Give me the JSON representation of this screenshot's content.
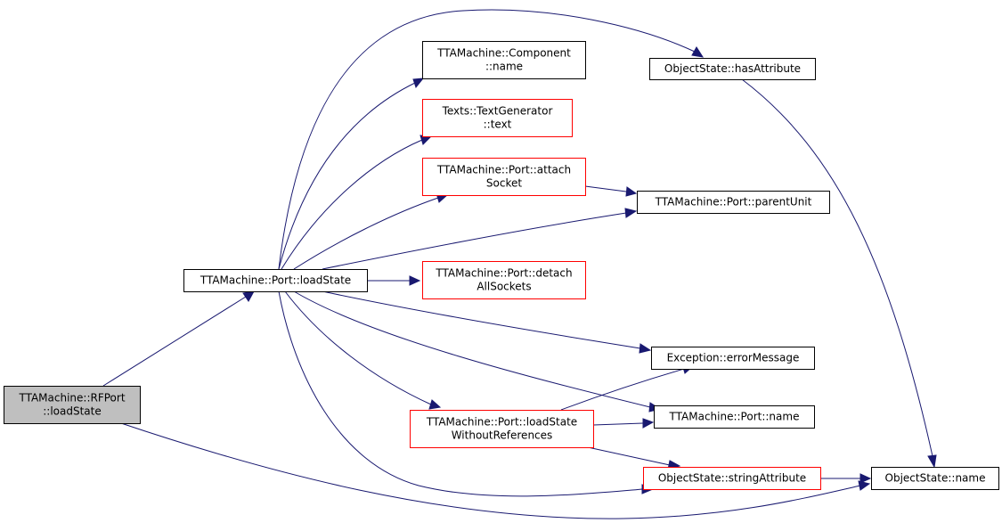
{
  "colors": {
    "edge": "#191970",
    "border_normal": "#000000",
    "border_incomplete": "#ff0000",
    "fill_normal": "#ffffff",
    "fill_focus": "#bfbfbf"
  },
  "nodes": [
    {
      "id": "rfport_loadstate",
      "lines": [
        "TTAMachine::RFPort",
        "::loadState"
      ],
      "style": "focus"
    },
    {
      "id": "port_loadstate",
      "lines": [
        "TTAMachine::Port::loadState"
      ],
      "style": "normal"
    },
    {
      "id": "component_name",
      "lines": [
        "TTAMachine::Component",
        "::name"
      ],
      "style": "normal"
    },
    {
      "id": "textgenerator_text",
      "lines": [
        "Texts::TextGenerator",
        "::text"
      ],
      "style": "incomplete"
    },
    {
      "id": "port_attachsocket",
      "lines": [
        "TTAMachine::Port::attach",
        "Socket"
      ],
      "style": "incomplete"
    },
    {
      "id": "port_detachallsockets",
      "lines": [
        "TTAMachine::Port::detach",
        "AllSockets"
      ],
      "style": "incomplete"
    },
    {
      "id": "port_loadstatewithoutreferences",
      "lines": [
        "TTAMachine::Port::loadState",
        "WithoutReferences"
      ],
      "style": "incomplete"
    },
    {
      "id": "objectstate_hasattribute",
      "lines": [
        "ObjectState::hasAttribute"
      ],
      "style": "normal"
    },
    {
      "id": "port_parentunit",
      "lines": [
        "TTAMachine::Port::parentUnit"
      ],
      "style": "normal"
    },
    {
      "id": "exception_errormessage",
      "lines": [
        "Exception::errorMessage"
      ],
      "style": "normal"
    },
    {
      "id": "port_name",
      "lines": [
        "TTAMachine::Port::name"
      ],
      "style": "normal"
    },
    {
      "id": "objectstate_stringattribute",
      "lines": [
        "ObjectState::stringAttribute"
      ],
      "style": "incomplete"
    },
    {
      "id": "objectstate_name",
      "lines": [
        "ObjectState::name"
      ],
      "style": "normal"
    }
  ],
  "edges": [
    {
      "from": "rfport_loadstate",
      "to": "port_loadstate"
    },
    {
      "from": "rfport_loadstate",
      "to": "objectstate_name"
    },
    {
      "from": "port_loadstate",
      "to": "objectstate_hasattribute"
    },
    {
      "from": "port_loadstate",
      "to": "component_name"
    },
    {
      "from": "port_loadstate",
      "to": "textgenerator_text"
    },
    {
      "from": "port_loadstate",
      "to": "port_attachsocket"
    },
    {
      "from": "port_loadstate",
      "to": "port_parentunit"
    },
    {
      "from": "port_loadstate",
      "to": "port_detachallsockets"
    },
    {
      "from": "port_loadstate",
      "to": "exception_errormessage"
    },
    {
      "from": "port_loadstate",
      "to": "port_name"
    },
    {
      "from": "port_loadstate",
      "to": "port_loadstatewithoutreferences"
    },
    {
      "from": "port_loadstate",
      "to": "objectstate_stringattribute"
    },
    {
      "from": "port_attachsocket",
      "to": "port_parentunit"
    },
    {
      "from": "port_loadstatewithoutreferences",
      "to": "exception_errormessage"
    },
    {
      "from": "port_loadstatewithoutreferences",
      "to": "port_name"
    },
    {
      "from": "port_loadstatewithoutreferences",
      "to": "objectstate_stringattribute"
    },
    {
      "from": "objectstate_hasattribute",
      "to": "objectstate_name"
    },
    {
      "from": "objectstate_stringattribute",
      "to": "objectstate_name"
    }
  ]
}
